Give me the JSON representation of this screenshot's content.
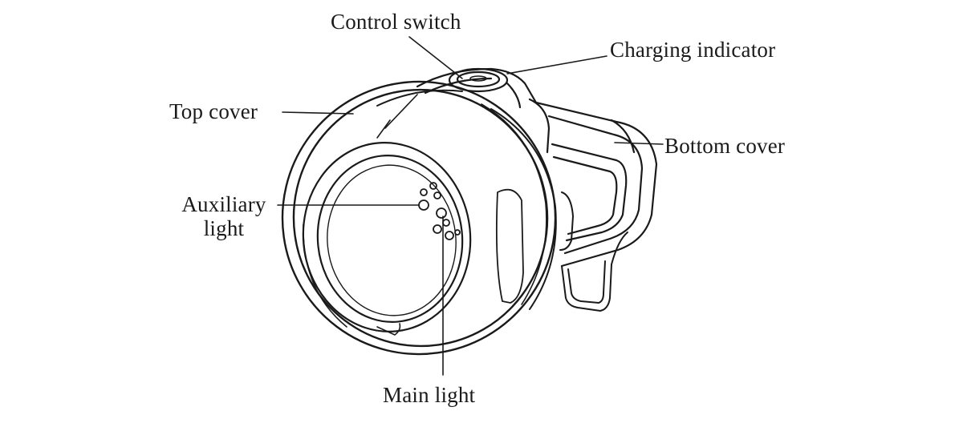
{
  "labels": {
    "control_switch": "Control switch",
    "charging_indicator": "Charging indicator",
    "top_cover": "Top cover",
    "bottom_cover": "Bottom cover",
    "auxiliary_light_line1": "Auxiliary",
    "auxiliary_light_line2": "light",
    "main_light": "Main light"
  },
  "colors": {
    "line": "#1a1a1a",
    "background": "#ffffff"
  }
}
